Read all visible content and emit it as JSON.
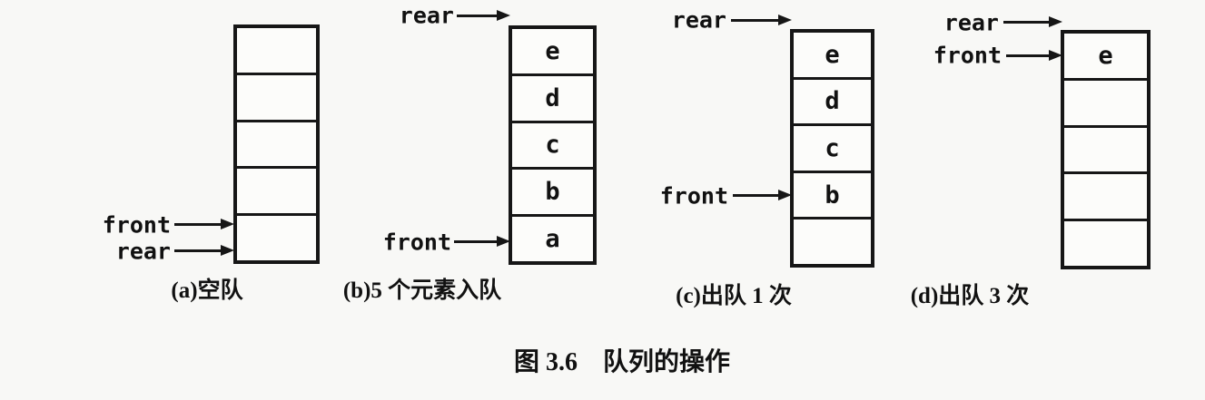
{
  "figure_caption": "图 3.6　队列的操作",
  "diagrams": [
    {
      "caption": "(a)空队",
      "front_label": "front",
      "rear_label": "rear",
      "cells": [
        "",
        "",
        "",
        "",
        ""
      ]
    },
    {
      "caption": "(b)5 个元素入队",
      "front_label": "front",
      "rear_label": "rear",
      "cells": [
        "e",
        "d",
        "c",
        "b",
        "a"
      ]
    },
    {
      "caption": "(c)出队 1 次",
      "front_label": "front",
      "rear_label": "rear",
      "cells": [
        "e",
        "d",
        "c",
        "b",
        ""
      ]
    },
    {
      "caption": "(d)出队 3 次",
      "front_label": "front",
      "rear_label": "rear",
      "cells": [
        "e",
        "",
        "",
        "",
        ""
      ]
    }
  ]
}
